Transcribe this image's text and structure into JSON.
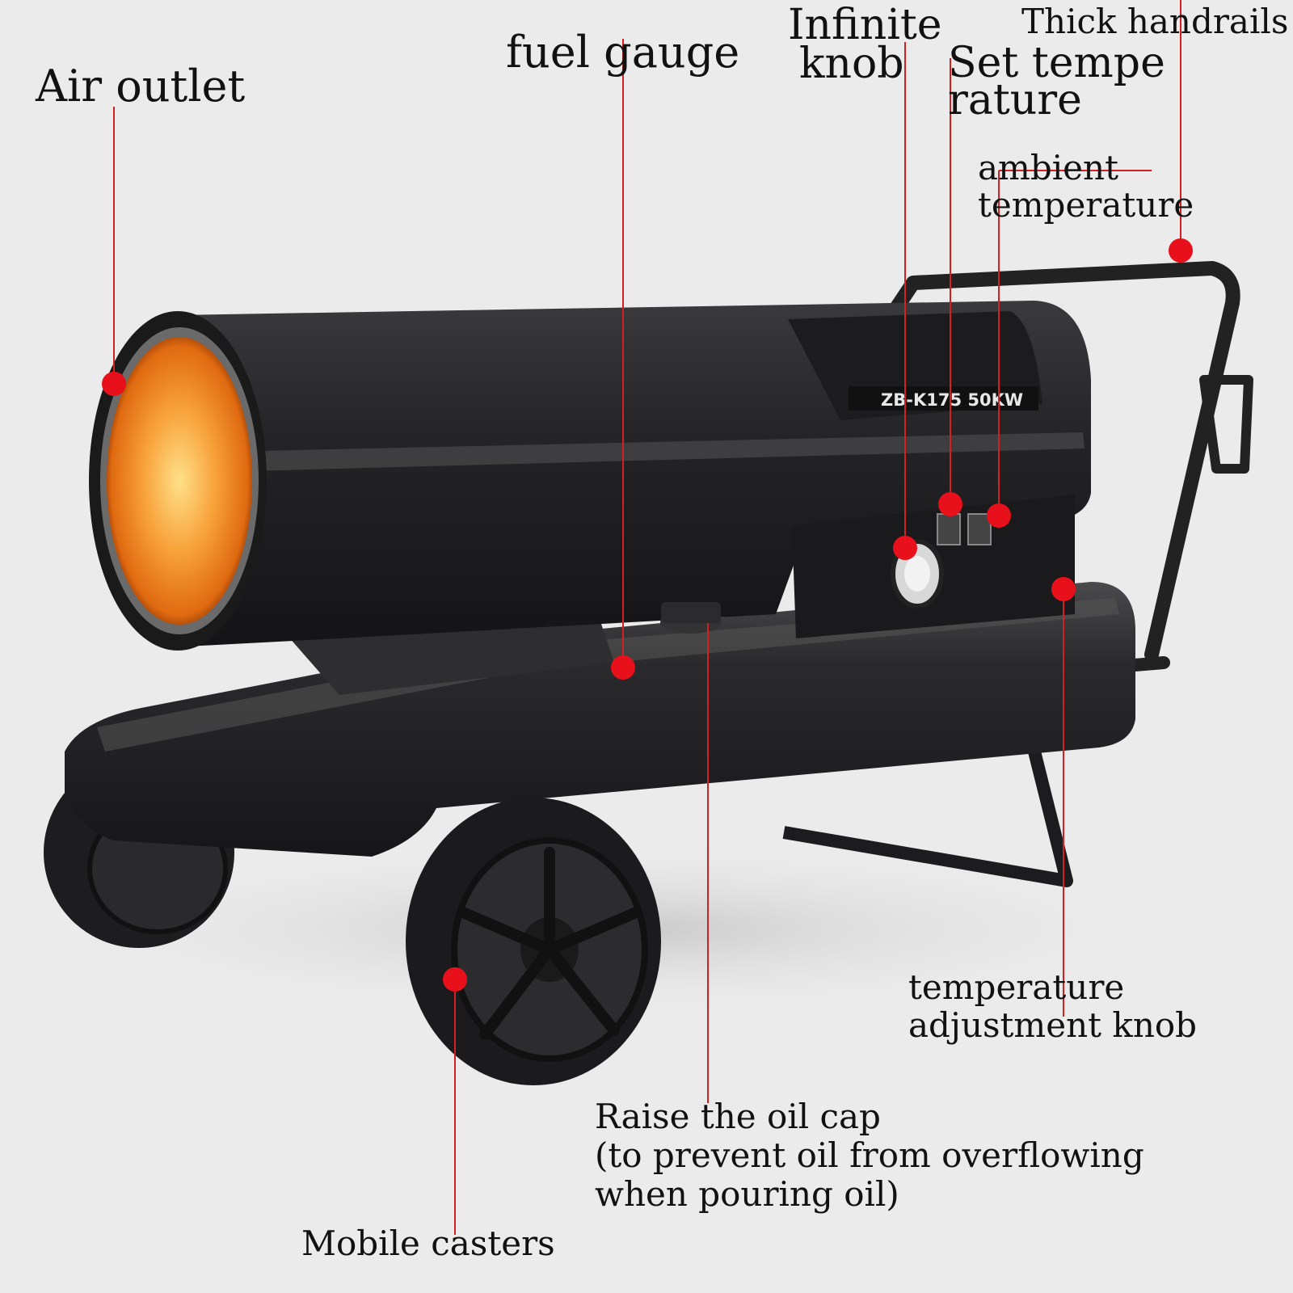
{
  "callouts": {
    "air_outlet": "Air outlet",
    "fuel_gauge": "fuel gauge",
    "infinite_knob": [
      "Infinite",
      "knob"
    ],
    "set_temperature": [
      "Set tempe",
      "rature"
    ],
    "thick_handrails": "Thick handrails",
    "ambient_temperature": [
      "ambient",
      "temperature"
    ],
    "temperature_adjustment_knob": [
      "temperature",
      "adjustment knob"
    ],
    "oil_cap": [
      "Raise the oil cap",
      "(to prevent oil from overflowing",
      "when pouring oil)"
    ],
    "mobile_casters": "Mobile casters"
  },
  "product": {
    "model_plate": "ZB-K175  50KW"
  },
  "colors": {
    "leader_line": "#d42020",
    "marker_dot": "#e8101a",
    "heater_body": "#2b2b2d",
    "glow": "#f5901e",
    "background": "#ebebeb"
  }
}
